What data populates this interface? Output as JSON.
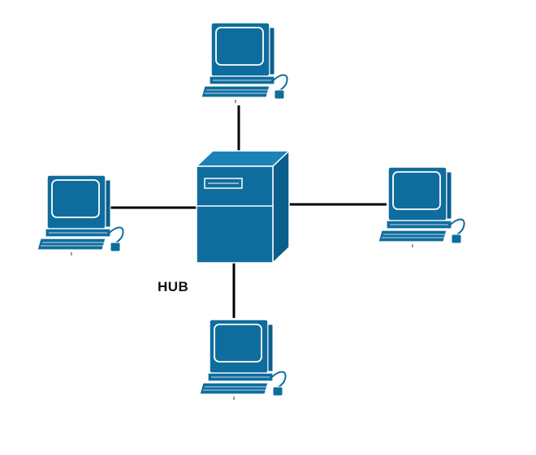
{
  "diagram": {
    "hub": {
      "label": "HUB",
      "icon": "server-tower-icon"
    },
    "computers": [
      {
        "id": "computer-top",
        "icon": "desktop-computer-icon"
      },
      {
        "id": "computer-left",
        "icon": "desktop-computer-icon"
      },
      {
        "id": "computer-right",
        "icon": "desktop-computer-icon"
      },
      {
        "id": "computer-bottom",
        "icon": "desktop-computer-icon"
      }
    ],
    "topology": "star",
    "colors": {
      "device_fill": "#0f6d9e",
      "device_light": "#1b82b8",
      "outline": "#ffffff",
      "link": "#000000"
    }
  }
}
